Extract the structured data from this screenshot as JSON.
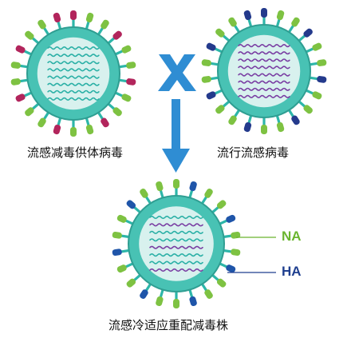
{
  "labels": {
    "left_virus": "流感减毒供体病毒",
    "right_virus": "流行流感病毒",
    "bottom_virus": "流感冷适应重配减毒株"
  },
  "annotations": {
    "na": "NA",
    "ha": "HA"
  },
  "colors": {
    "virus_body": "#48c2b4",
    "virus_edge": "#2f9e92",
    "virus_core": "#d8f1ee",
    "stalk_teal": "#2db6a9",
    "spike_magenta": "#b2255c",
    "spike_navy": "#243a8c",
    "spike_green": "#7ec242",
    "spike_blue": "#1f55a9",
    "rna_teal": "#2bb0a6",
    "rna_purple": "#7a3fa3",
    "arrow_blue": "#2f8dd3",
    "na_label": "#6bb52f",
    "ha_label": "#1f3f8f"
  },
  "icons": {
    "cross": "cross-x-icon",
    "arrow": "down-arrow-icon"
  }
}
